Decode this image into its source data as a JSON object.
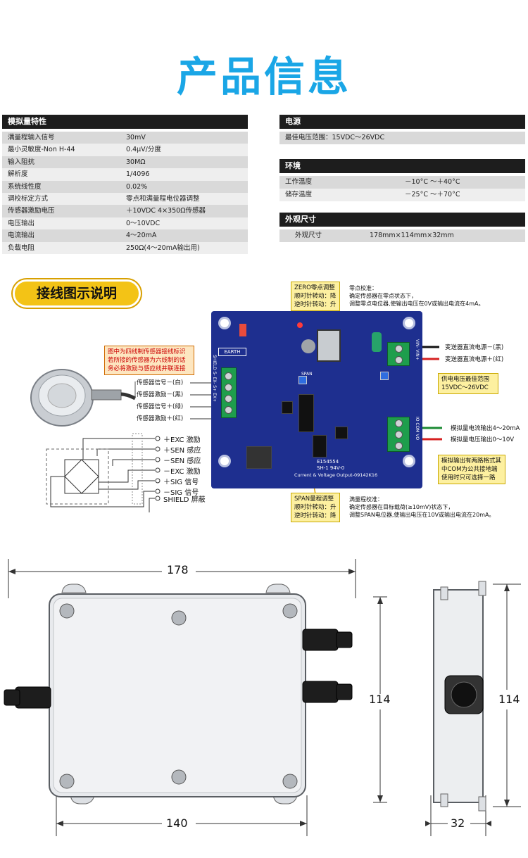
{
  "title": "产品信息",
  "analog": {
    "heading": "模拟量特性",
    "rows": [
      {
        "k": "满量程输入信号",
        "v": "30mV"
      },
      {
        "k": "最小灵敏度-Non H-44",
        "v": "0.4μV/分度"
      },
      {
        "k": "输入阻抗",
        "v": "30MΩ"
      },
      {
        "k": "解析度",
        "v": "1/4096"
      },
      {
        "k": "系统线性度",
        "v": "0.02%"
      },
      {
        "k": "调校标定方式",
        "v": "零点和满量程电位器调整"
      },
      {
        "k": "传感器激励电压",
        "v": "＋10VDC  4×350Ω传感器"
      },
      {
        "k": "电压输出",
        "v": "0～10VDC"
      },
      {
        "k": "电流输出",
        "v": "4～20mA"
      },
      {
        "k": "负载电阻",
        "v": "250Ω(4～20mA输出用)"
      }
    ]
  },
  "power": {
    "heading": "电源",
    "row": "最佳电压范围：15VDC～26VDC"
  },
  "env": {
    "heading": "环境",
    "rows": [
      {
        "k": "工作温度",
        "v": "－10°C  ～＋40°C"
      },
      {
        "k": "储存温度",
        "v": "－25°C  ～＋70°C"
      }
    ]
  },
  "dims": {
    "heading": "外观尺寸",
    "k": "外观尺寸",
    "v": "178mm×114mm×32mm"
  },
  "wiring": {
    "badge": "接线图示说明",
    "sensor_note": "图中为四线制传感器接线标识若所接的传感器为六线制的话务必将激励与感应线并联连接",
    "sensor_wires": [
      "传感器信号－(白)",
      "传感器激励－(黑)",
      "传感器信号＋(绿)",
      "传感器激励＋(红)"
    ],
    "six_wire": [
      "＋EXC 激励",
      "＋SEN 感应",
      "－SEN 感应",
      "－EXC 激励",
      "＋SIG 信号",
      "－SIG 信号",
      "SHIELD 屏蔽"
    ],
    "zero_box": "ZERO零点调整\n顺时针转动：降\n逆时针转动：升",
    "zero_note": "零点校准：\n确定传感器在零点状态下，\n调整零点电位器,使输出电压在0V或输出电流在4mA。",
    "span_box": "SPAN量程调整\n顺时针转动：升\n逆时针转动：降",
    "span_note": "满量程校准：\n确定传感器在目标载荷(≥10mV)状态下，\n调整SPAN电位器,使输出电压在10V或输出电流在20mA。",
    "power_labels": [
      "变送器直流电源－(黑)",
      "变送器直流电源＋(红)"
    ],
    "supply_box": "供电电压最佳范围\n15VDC～26VDC",
    "output_labels": [
      "模拟量电流输出4～20mA",
      "模拟量电压输出0～10V"
    ],
    "output_note": "模拟输出有两路格式其中COM为公共接地端使用时只可选择一路",
    "board_texts": {
      "earth": "EARTH",
      "left_terms": "SHIELD S- EX- S+ EX+",
      "right_top": "VIN- VIN+",
      "right_mid": "IO COM VO",
      "pcb_line1": "E154554",
      "pcb_line2": "SH-1 94V-0",
      "pcb_line3": "Current & Voltage Output-09142K16",
      "span": "SPAN"
    }
  },
  "drawing": {
    "w": "178",
    "h": "114",
    "h2": "114",
    "base": "140",
    "depth": "32"
  }
}
